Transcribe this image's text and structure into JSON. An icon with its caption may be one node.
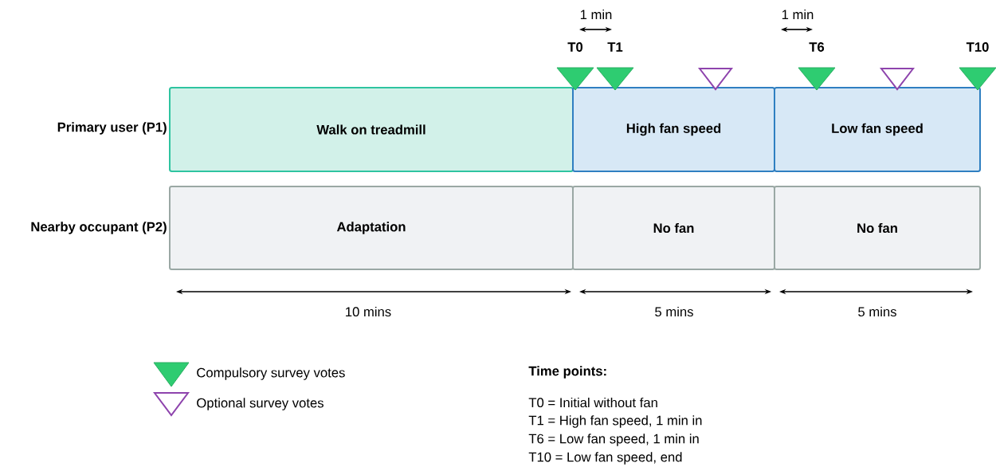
{
  "diagram": {
    "nodes": [
      {
        "text": [
          "Walk on treadmill"
        ]
      },
      {
        "text": [
          "High fan speed"
        ]
      },
      {
        "text": [
          "Low fan speed"
        ]
      },
      {
        "text": [
          "Adaptation"
        ]
      },
      {
        "text": [
          "No fan"
        ]
      },
      {
        "text": [
          "No fan"
        ]
      }
    ],
    "edges": [],
    "labels": [
      "1 min",
      "1 min",
      "T0",
      "T1",
      "T6",
      "T10",
      "Primary user (P1)",
      "Nearby occupant (P2)",
      "10 mins",
      "5 mins",
      "5 mins",
      "Time points:",
      "T0 = Initial without fan",
      "T1 = High fan speed, 1 min in",
      "T6 = Low fan speed, 1 min in",
      "T10 = Low fan speed, end"
    ],
    "legend": [
      {
        "text": "Compulsory survey votes"
      },
      {
        "text": "Optional survey votes"
      }
    ]
  }
}
